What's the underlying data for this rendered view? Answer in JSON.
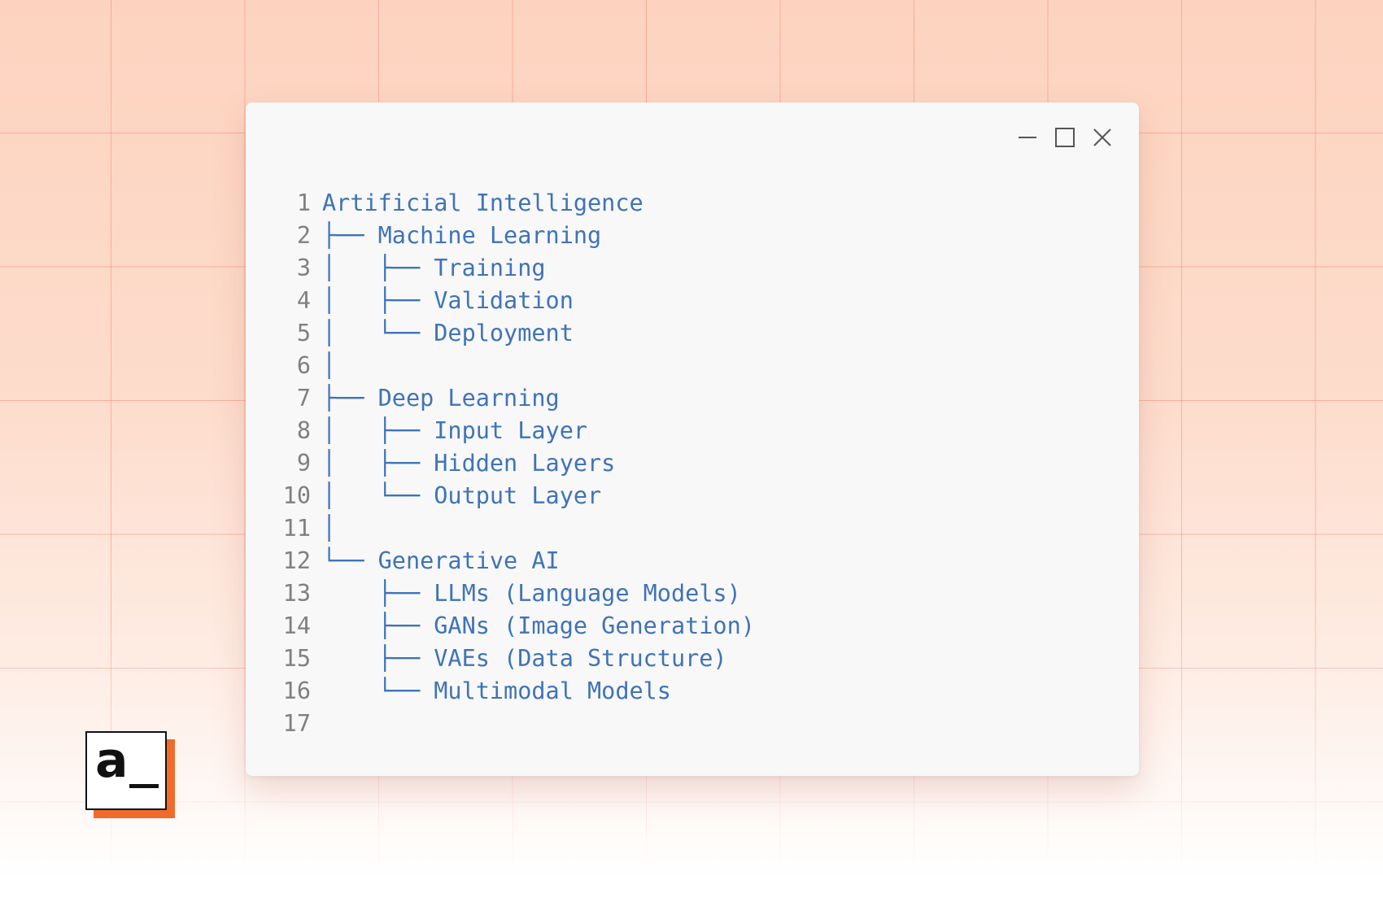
{
  "editor": {
    "lines": [
      {
        "num": "1",
        "text": "Artificial Intelligence"
      },
      {
        "num": "2",
        "text": "├── Machine Learning"
      },
      {
        "num": "3",
        "text": "│   ├── Training"
      },
      {
        "num": "4",
        "text": "│   ├── Validation"
      },
      {
        "num": "5",
        "text": "│   └── Deployment"
      },
      {
        "num": "6",
        "text": "│"
      },
      {
        "num": "7",
        "text": "├── Deep Learning"
      },
      {
        "num": "8",
        "text": "│   ├── Input Layer"
      },
      {
        "num": "9",
        "text": "│   ├── Hidden Layers"
      },
      {
        "num": "10",
        "text": "│   └── Output Layer"
      },
      {
        "num": "11",
        "text": "│"
      },
      {
        "num": "12",
        "text": "└── Generative AI"
      },
      {
        "num": "13",
        "text": "    ├── LLMs (Language Models)"
      },
      {
        "num": "14",
        "text": "    ├── GANs (Image Generation)"
      },
      {
        "num": "15",
        "text": "    ├── VAEs (Data Structure)"
      },
      {
        "num": "16",
        "text": "    └── Multimodal Models"
      },
      {
        "num": "17",
        "text": ""
      }
    ]
  },
  "window_controls": {
    "icons": [
      "minimize-icon",
      "maximize-icon",
      "close-icon"
    ]
  },
  "logo": {
    "text": "a"
  },
  "colors": {
    "code_text": "#3f73b8",
    "line_number": "#808080",
    "grid_line": "#f48c78",
    "logo_accent": "#f26a2a"
  }
}
